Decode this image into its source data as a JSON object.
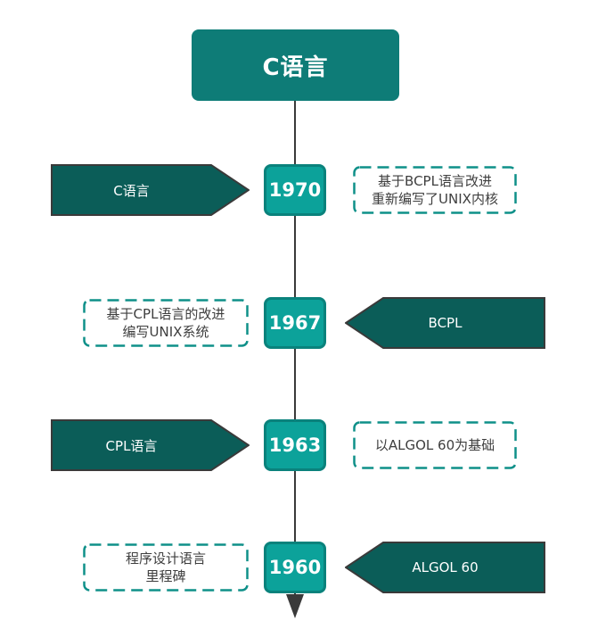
{
  "diagram": {
    "title": "C语言",
    "colors": {
      "title_fill": "#0E7C77",
      "year_fill": "#0CA29A",
      "year_border": "#0A827C",
      "arrow_fill": "#0B5D58",
      "arrow_border": "#3A3A3A",
      "dashed_border": "#0F9089",
      "timeline_line": "#3A3A3A",
      "note_text": "#3E3E3E",
      "light_text": "#FFFFFF"
    },
    "rows": [
      {
        "year": "1970",
        "left": {
          "type": "arrow-right",
          "label": "C语言"
        },
        "right": {
          "type": "dashed-note",
          "lines": [
            "基于BCPL语言改进",
            "重新编写了UNIX内核"
          ]
        }
      },
      {
        "year": "1967",
        "left": {
          "type": "dashed-note",
          "lines": [
            "基于CPL语言的改进",
            "编写UNIX系统"
          ]
        },
        "right": {
          "type": "arrow-left",
          "label": "BCPL"
        }
      },
      {
        "year": "1963",
        "left": {
          "type": "arrow-right",
          "label": "CPL语言"
        },
        "right": {
          "type": "dashed-note",
          "lines": [
            "以ALGOL 60为基础"
          ]
        }
      },
      {
        "year": "1960",
        "left": {
          "type": "dashed-note",
          "lines": [
            "程序设计语言",
            "里程碑"
          ]
        },
        "right": {
          "type": "arrow-left",
          "label": "ALGOL 60"
        }
      }
    ]
  }
}
